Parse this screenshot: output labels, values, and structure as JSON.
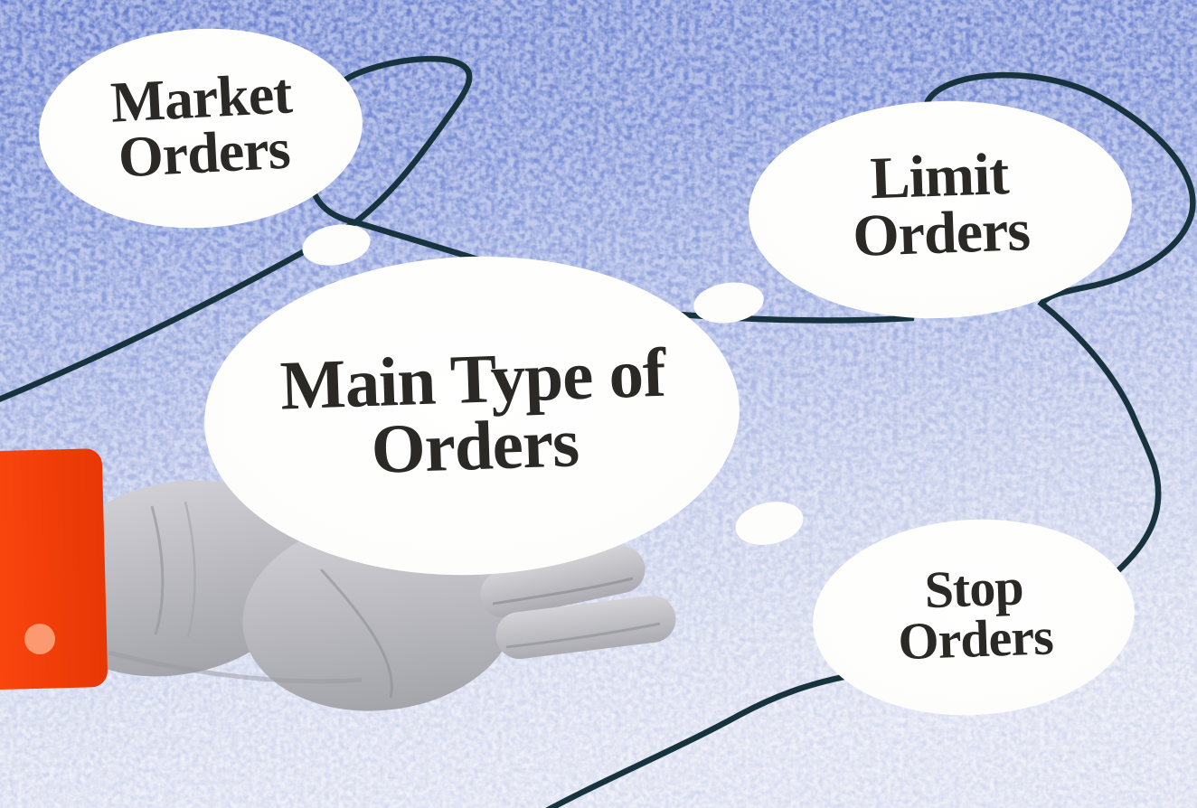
{
  "scene": {
    "title": "Main Type of Orders",
    "center_bubble": {
      "line1": "Main Type of",
      "line2": "Orders"
    },
    "satellite_bubbles": [
      {
        "id": "market-orders",
        "line1": "Market",
        "line2": "Orders"
      },
      {
        "id": "limit-orders",
        "line1": "Limit",
        "line2": "Orders"
      },
      {
        "id": "stop-orders",
        "line1": "Stop",
        "line2": "Orders"
      }
    ],
    "colors": {
      "background_top": "#6f86d2",
      "background_bottom": "#e3e5f2",
      "connector_line": "#16333e",
      "bubble_fill": "#fdfdfb",
      "text": "#2b2925",
      "sleeve": "#f2410b",
      "sleeve_dot": "#fb9a70",
      "hand_base": "#bcbcc1"
    }
  }
}
